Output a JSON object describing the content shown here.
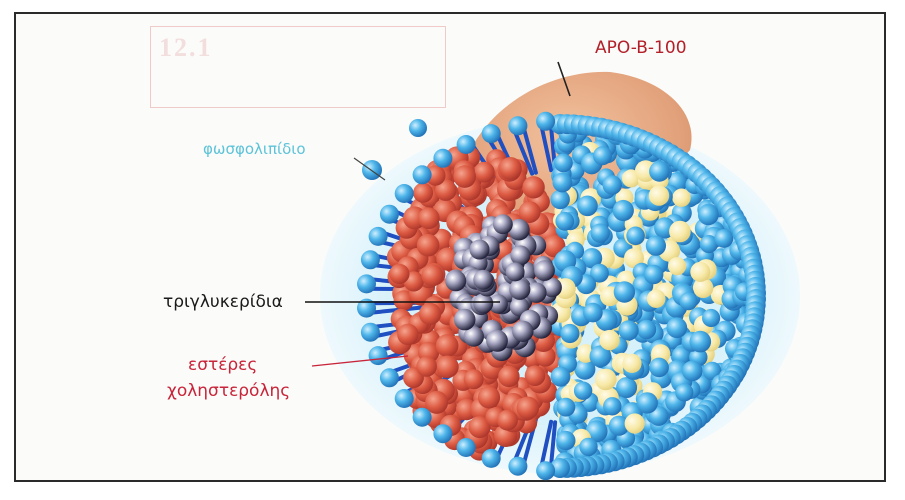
{
  "labels": {
    "apo": "APO-B-100",
    "phospholipid": "φωσφολιπίδιο",
    "triglycerides": "τριγλυκερίδια",
    "esters_line1": "εστέρες",
    "esters_line2": "χοληστερόλης"
  },
  "colors": {
    "apo_label": "#b3202a",
    "phospholipid_label": "#5cc3d9",
    "triglycerides_label": "#1a1a1a",
    "esters_label": "#c8243a",
    "phospholipid_head": "#3aa6e0",
    "phospholipid_tail": "#1f4fc0",
    "cholesterol_ester": "#d9573f",
    "triglyceride": "#3b3a55",
    "apoprotein": "#e3a77f",
    "free_cholesterol": "#f6e8a6"
  }
}
